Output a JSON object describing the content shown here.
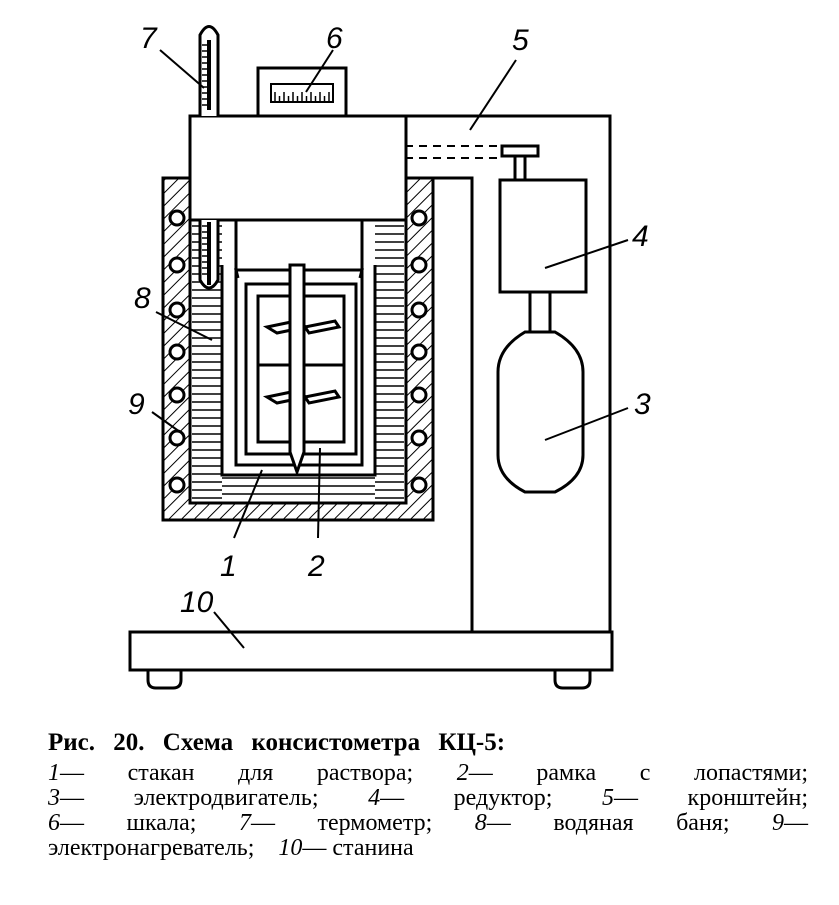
{
  "figure": {
    "part_numbers": [
      "1",
      "2",
      "3",
      "4",
      "5",
      "6",
      "7",
      "8",
      "9",
      "10"
    ]
  },
  "caption": {
    "title": "Рис. 20. Схема консистометра КЦ-5:",
    "items": [
      {
        "num": "1",
        "text": "стакан для раствора;"
      },
      {
        "num": "2",
        "text": "рамка с лопастями;"
      },
      {
        "num": "3",
        "text": "электродвигатель;"
      },
      {
        "num": "4",
        "text": "редуктор;"
      },
      {
        "num": "5",
        "text": "кронштейн;"
      },
      {
        "num": "6",
        "text": "шкала;"
      },
      {
        "num": "7",
        "text": "термометр;"
      },
      {
        "num": "8",
        "text": "водяная баня;"
      },
      {
        "num": "9",
        "text": "электронагреватель;"
      },
      {
        "num": "10",
        "text": "станина"
      }
    ],
    "dash": "—"
  }
}
